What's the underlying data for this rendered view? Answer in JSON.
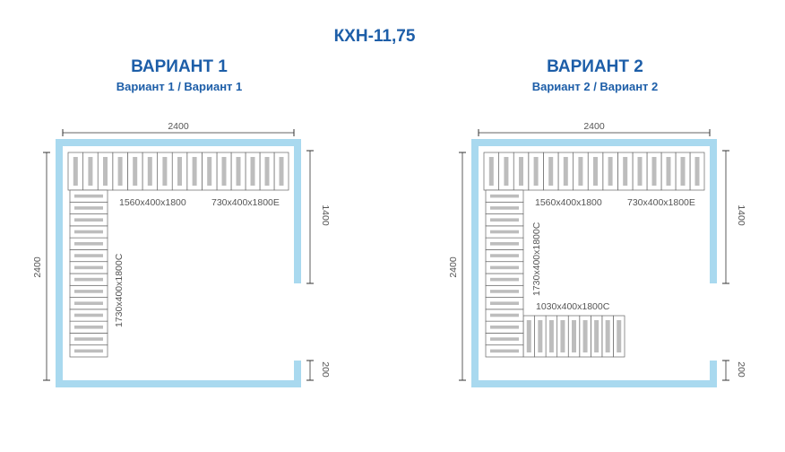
{
  "title": "КХН-11,75",
  "variants": [
    {
      "heading": "ВАРИАНТ 1",
      "subheading": "Вариант 1 / Вариант 1",
      "dims": {
        "top": "2400",
        "left": "2400",
        "right": "1400",
        "door": "200"
      },
      "shelves": [
        "1560x400x1800",
        "730x400x1800E",
        "1730x400x1800C"
      ]
    },
    {
      "heading": "ВАРИАНТ 2",
      "subheading": "Вариант 2 / Вариант 2",
      "dims": {
        "top": "2400",
        "left": "2400",
        "right": "1400",
        "door": "200"
      },
      "shelves": [
        "1560x400x1800",
        "730x400x1800E",
        "1730x400x1800C",
        "1030x400x1800C"
      ]
    }
  ],
  "colors": {
    "title": "#1d5ea8",
    "wall": "#a9d9ef",
    "shelf": "#bdbdbd"
  }
}
